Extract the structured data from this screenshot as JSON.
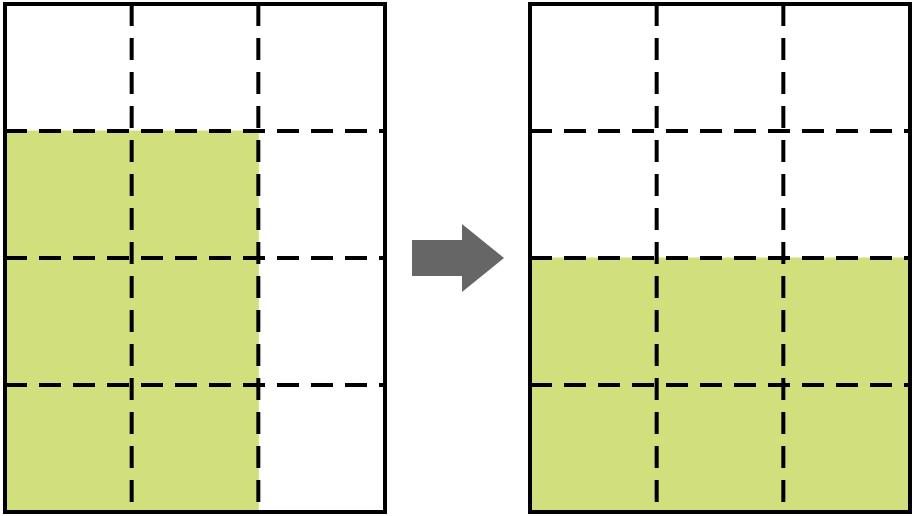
{
  "diagram": {
    "description_none": "",
    "colors": {
      "fill": "#d1e07c",
      "border": "#000000",
      "grid_line": "#000000",
      "arrow": "#666666",
      "background": "#ffffff"
    },
    "grids": [
      {
        "id": "left-grid",
        "columns": 3,
        "rows": 4,
        "shaded_cells": [
          {
            "row": 1,
            "col": 0
          },
          {
            "row": 1,
            "col": 1
          },
          {
            "row": 2,
            "col": 0
          },
          {
            "row": 2,
            "col": 1
          },
          {
            "row": 3,
            "col": 0
          },
          {
            "row": 3,
            "col": 1
          }
        ],
        "shaded_count": 6
      },
      {
        "id": "right-grid",
        "columns": 3,
        "rows": 4,
        "shaded_cells": [
          {
            "row": 2,
            "col": 0
          },
          {
            "row": 2,
            "col": 1
          },
          {
            "row": 2,
            "col": 2
          },
          {
            "row": 3,
            "col": 0
          },
          {
            "row": 3,
            "col": 1
          },
          {
            "row": 3,
            "col": 2
          }
        ],
        "shaded_count": 6
      }
    ],
    "arrow": {
      "icon": "right-arrow-icon",
      "direction": "right"
    }
  }
}
